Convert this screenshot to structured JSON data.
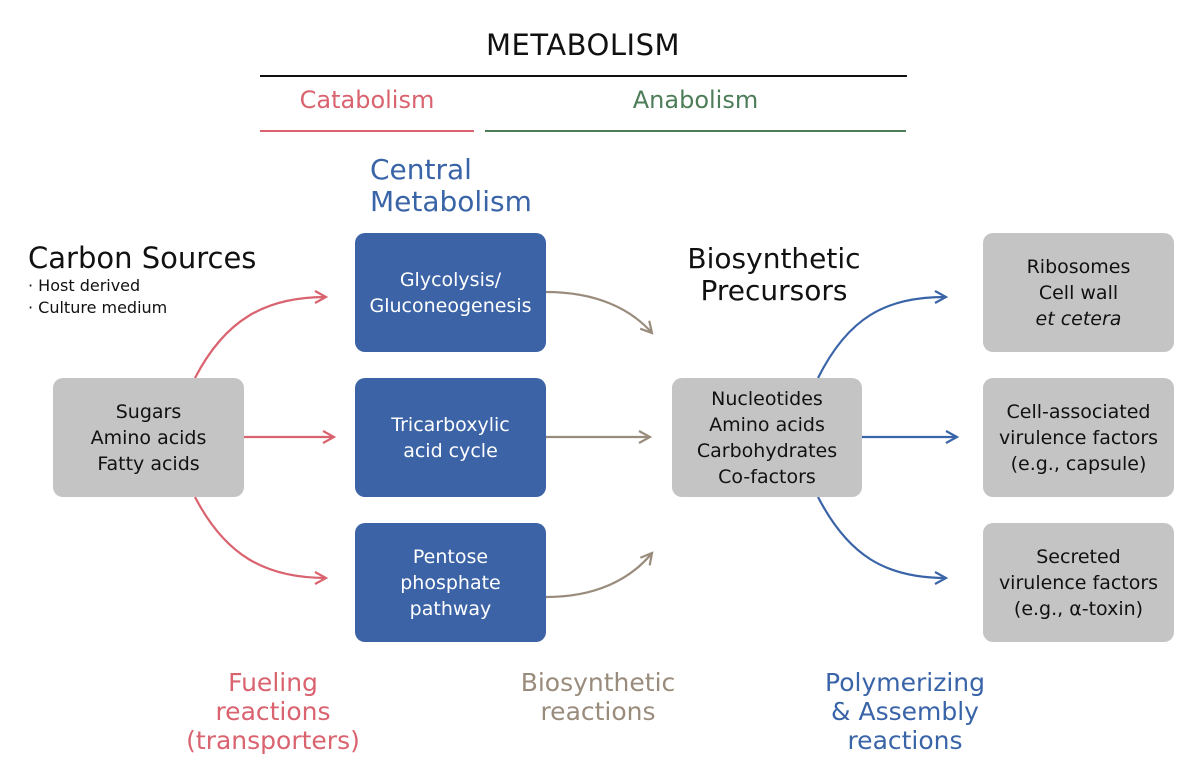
{
  "title": "METABOLISM",
  "headers": {
    "catabolism": "Catabolism",
    "anabolism": "Anabolism"
  },
  "central_metabolism": {
    "line1": "Central",
    "line2": "Metabolism"
  },
  "carbon_sources": {
    "title": "Carbon Sources",
    "bullets": [
      "· Host derived",
      "· Culture medium"
    ]
  },
  "biosynthetic_precursors": {
    "line1": "Biosynthetic",
    "line2": "Precursors"
  },
  "source_box": [
    "Sugars",
    "Amino acids",
    "Fatty acids"
  ],
  "central_boxes": {
    "glycolysis": [
      "Glycolysis/",
      "Gluconeogenesis"
    ],
    "tca": [
      "Tricarboxylic",
      "acid cycle"
    ],
    "pentose": [
      "Pentose",
      "phosphate",
      "pathway"
    ]
  },
  "precursor_box": [
    "Nucleotides",
    "Amino acids",
    "Carbohydrates",
    "Co-factors"
  ],
  "output_boxes": {
    "ribosomes": [
      "Ribosomes",
      "Cell wall",
      "et cetera"
    ],
    "cell_associated": [
      "Cell-associated",
      "virulence factors",
      "(e.g., capsule)"
    ],
    "secreted": [
      "Secreted",
      "virulence factors",
      "(e.g., α-toxin)"
    ]
  },
  "footers": {
    "fueling": [
      "Fueling",
      "reactions",
      "(transporters)"
    ],
    "biosynthetic": [
      "Biosynthetic",
      "reactions"
    ],
    "polymerizing": [
      "Polymerizing",
      "& Assembly",
      "reactions"
    ]
  },
  "colors": {
    "pink": "#d9636f",
    "green": "#4e7d5a",
    "blue": "#3a64a8",
    "tan": "#9a8c7c",
    "gray_box": "#c4c4c4",
    "blue_box": "#3b63a6"
  }
}
